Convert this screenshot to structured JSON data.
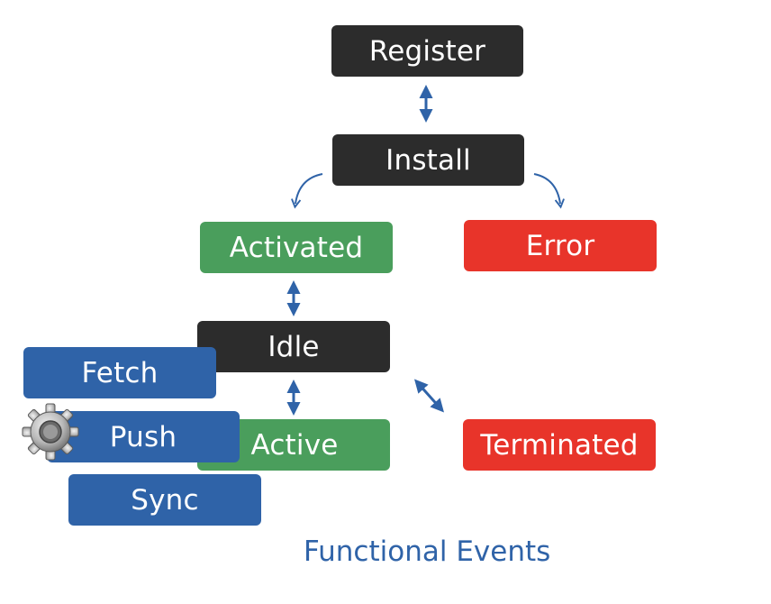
{
  "states": {
    "register": "Register",
    "install": "Install",
    "activated": "Activated",
    "error": "Error",
    "idle": "Idle",
    "active": "Active",
    "terminated": "Terminated"
  },
  "events": {
    "fetch": "Fetch",
    "push": "Push",
    "sync": "Sync",
    "caption": "Functional Events"
  },
  "icons": {
    "gear": "gear-icon",
    "arrows": "double-headed-arrow"
  },
  "colors": {
    "dark": "#2c2c2c",
    "green": "#4a9e5c",
    "red": "#e8342a",
    "blue": "#2f63a8"
  }
}
